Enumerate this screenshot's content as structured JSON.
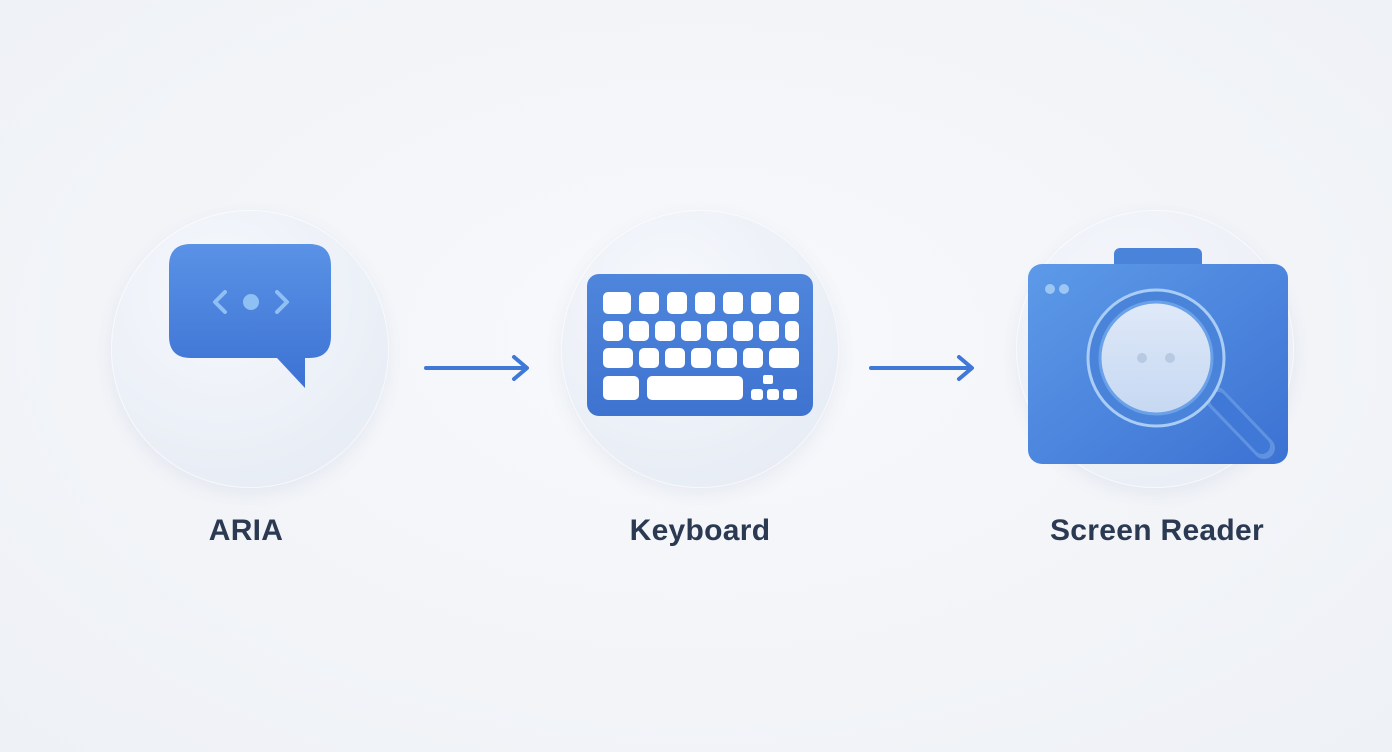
{
  "steps": [
    {
      "label": "ARIA",
      "icon": "speech-bubble-code-icon"
    },
    {
      "label": "Keyboard",
      "icon": "keyboard-icon"
    },
    {
      "label": "Screen Reader",
      "icon": "screen-magnifier-icon"
    }
  ],
  "connectors": [
    {
      "icon": "arrow-right-icon"
    },
    {
      "icon": "arrow-right-icon"
    }
  ],
  "colors": {
    "accent": "#3f78d6",
    "accent_light": "#5b96e6",
    "label": "#2b3a52",
    "background": "#f3f5f9"
  }
}
